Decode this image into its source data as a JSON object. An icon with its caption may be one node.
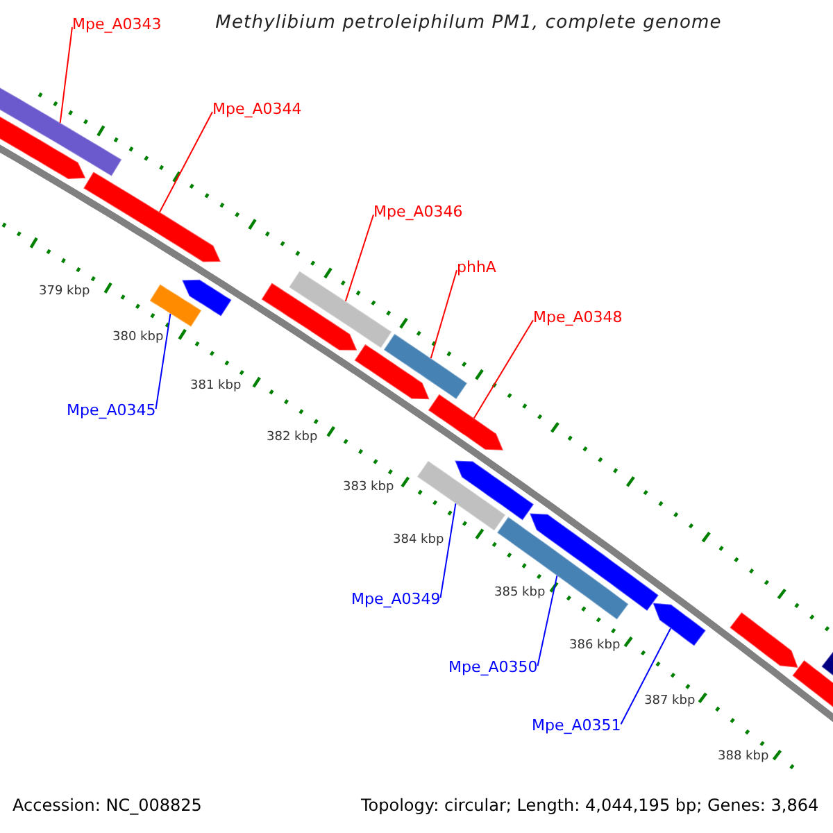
{
  "diagram": {
    "title": "Methylibium petroleiphilum PM1, complete genome",
    "nodes": [
      {
        "text": [
          "Mpe_A0343"
        ]
      },
      {
        "text": [],
        "shape": "bar"
      },
      {
        "text": [
          "Mpe_A0344"
        ]
      },
      {
        "text": [],
        "shape": "bar"
      },
      {
        "text": [
          "Mpe_A0346"
        ]
      },
      {
        "text": [],
        "shape": "bar"
      },
      {
        "text": [
          "phhA"
        ]
      },
      {
        "text": [],
        "shape": "bar"
      },
      {
        "text": [
          "Mpe_A0348"
        ]
      },
      {
        "text": [],
        "shape": "bar"
      },
      {
        "text": [
          "Mpe_A0345"
        ]
      },
      {
        "text": [],
        "shape": "bar"
      },
      {
        "text": [
          "Mpe_A0349"
        ]
      },
      {
        "text": [],
        "shape": "bar"
      },
      {
        "text": [
          "Mpe_A0350"
        ]
      },
      {
        "text": [],
        "shape": "bar"
      },
      {
        "text": [
          "Mpe_A0351"
        ]
      },
      {
        "text": [],
        "shape": "bar"
      },
      {
        "text": [],
        "shape": "bar"
      },
      {
        "text": [],
        "shape": "bar"
      },
      {
        "text": [],
        "shape": "bar"
      },
      {
        "text": [],
        "shape": "bar"
      },
      {
        "text": [],
        "shape": "bar"
      },
      {
        "text": [],
        "shape": "bar"
      },
      {
        "text": [],
        "shape": "bar"
      },
      {
        "text": [],
        "shape": "bar"
      },
      {
        "text": [],
        "shape": "bar"
      }
    ],
    "edges": [
      {
        "from": 0,
        "to": 1,
        "arrow": "none"
      },
      {
        "from": 2,
        "to": 3,
        "arrow": "none"
      },
      {
        "from": 4,
        "to": 5,
        "arrow": "none"
      },
      {
        "from": 6,
        "to": 7,
        "arrow": "none"
      },
      {
        "from": 8,
        "to": 9,
        "arrow": "none"
      },
      {
        "from": 10,
        "to": 11,
        "arrow": "none",
        "color": "#0000ff"
      },
      {
        "from": 12,
        "to": 13,
        "arrow": "none",
        "color": "#0000ff"
      },
      {
        "from": 14,
        "to": 15,
        "arrow": "none",
        "color": "#0000ff"
      },
      {
        "from": 16,
        "to": 17,
        "arrow": "none",
        "color": "#0000ff"
      }
    ],
    "labels": [
      "379 kbp",
      "380 kbp",
      "381 kbp",
      "382 kbp",
      "383 kbp",
      "384 kbp",
      "385 kbp",
      "386 kbp",
      "387 kbp",
      "388 kbp",
      "Accession: NC_008825",
      "Topology: circular; Length: 4,044,195 bp; Genes: 3,864"
    ]
  }
}
